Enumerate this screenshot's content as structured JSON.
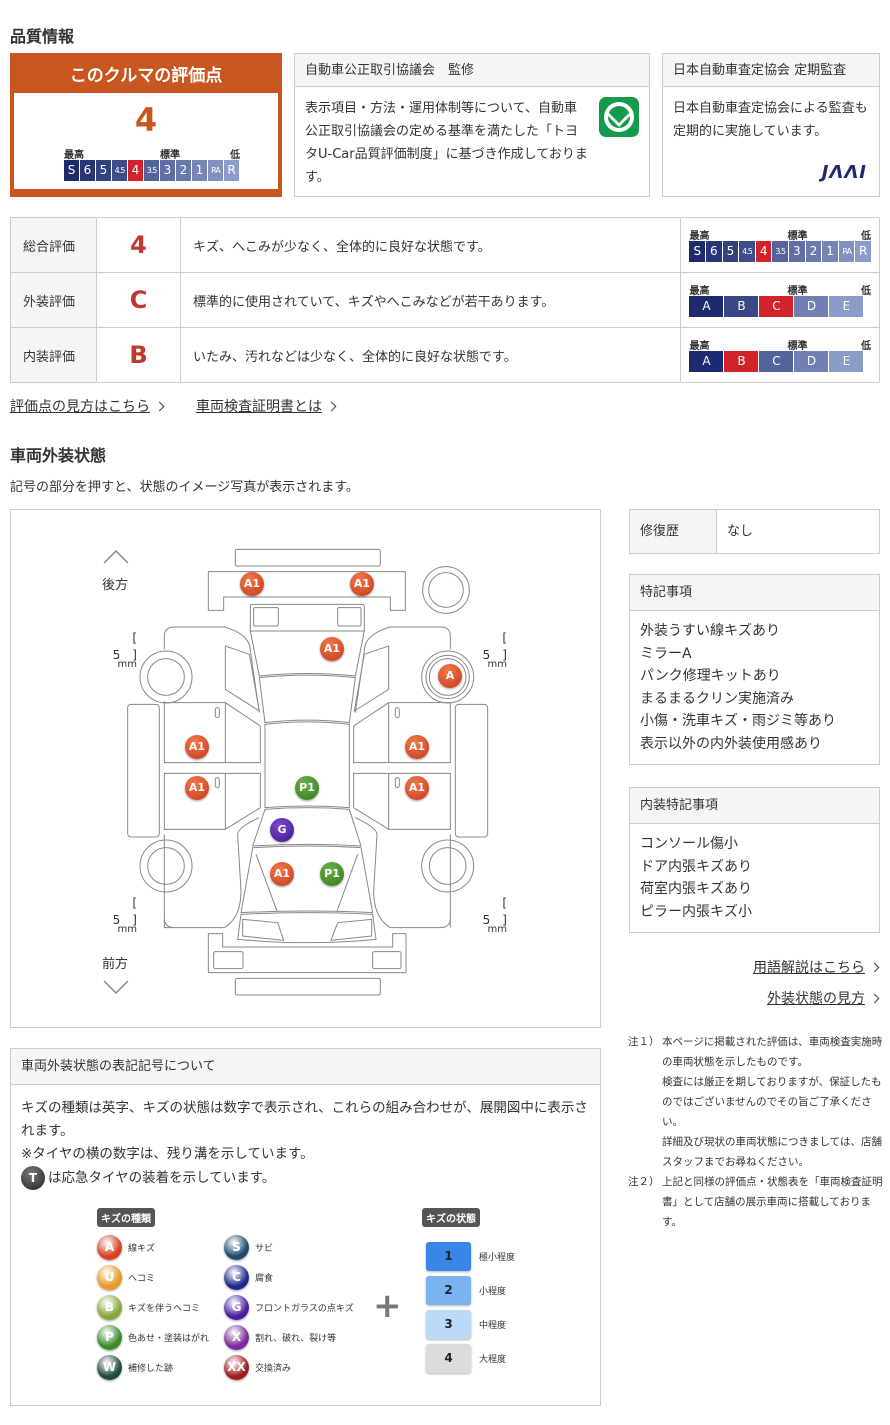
{
  "quality": {
    "title": "品質情報",
    "score_box": {
      "title": "このクルマの評価点",
      "score": "4",
      "labels": {
        "high": "最高",
        "std": "標準",
        "low": "低"
      },
      "scale": [
        "S",
        "6",
        "5",
        "4.5",
        "4",
        "3.5",
        "3",
        "2",
        "1",
        "RA",
        "R"
      ],
      "selected": "4"
    },
    "jaaa": {
      "title": "自動車公正取引協議会　監修",
      "body": "表示項目・方法・運用体制等について、自動車公正取引協議会の定める基準を満たした「トヨタU-Car品質評価制度」に基づき作成しております。"
    },
    "jaai": {
      "title": "日本自動車査定協会 定期監査",
      "body": "日本自動車査定協会による監査も定期的に実施しています。",
      "logo": "JAAI"
    }
  },
  "evaluation": {
    "rows": [
      {
        "label": "総合評価",
        "grade": "4",
        "desc": "キズ、へこみが少なく、全体的に良好な状態です。",
        "scale": [
          "S",
          "6",
          "5",
          "4.5",
          "4",
          "3.5",
          "3",
          "2",
          "1",
          "RA",
          "R"
        ],
        "selected": "4"
      },
      {
        "label": "外装評価",
        "grade": "C",
        "desc": "標準的に使用されていて、キズやへこみなどが若干あります。",
        "scale": [
          "A",
          "B",
          "C",
          "D",
          "E"
        ],
        "selected": "C"
      },
      {
        "label": "内装評価",
        "grade": "B",
        "desc": "いたみ、汚れなどは少なく、全体的に良好な状態です。",
        "scale": [
          "A",
          "B",
          "C",
          "D",
          "E"
        ],
        "selected": "B"
      }
    ],
    "labels": {
      "high": "最高",
      "std": "標準",
      "low": "低"
    },
    "links": [
      "評価点の見方はこちら",
      "車両検査証明書とは"
    ]
  },
  "exterior": {
    "title": "車両外装状態",
    "subtitle": "記号の部分を押すと、状態のイメージ写真が表示されます。",
    "rear": "後方",
    "front": "前方",
    "tires": [
      {
        "depth": "[　5　]",
        "unit": "mm"
      },
      {
        "depth": "[　5　]",
        "unit": "mm"
      },
      {
        "depth": "[　5　]",
        "unit": "mm"
      },
      {
        "depth": "[　5　]",
        "unit": "mm"
      }
    ],
    "markers": [
      "A1",
      "A1",
      "A1",
      "A",
      "A1",
      "A1",
      "A1",
      "A1",
      "P1",
      "G",
      "A1",
      "P1"
    ]
  },
  "side": {
    "repair": {
      "label": "修復歴",
      "value": "なし"
    },
    "notes": {
      "title": "特記事項",
      "items": [
        "外装うすい線キズあり",
        "ミラーA",
        "パンク修理キットあり",
        "まるまるクリン実施済み",
        "小傷・洗車キズ・雨ジミ等あり",
        "表示以外の内外装使用感あり"
      ]
    },
    "interior": {
      "title": "内装特記事項",
      "items": [
        "コンソール傷小",
        "ドア内張キズあり",
        "荷室内張キズあり",
        "ピラー内張キズ小"
      ]
    },
    "links": [
      "用語解説はこちら",
      "外装状態の見方"
    ]
  },
  "legend": {
    "title": "車両外装状態の表記記号について",
    "line1": "キズの種類は英字、キズの状態は数字で表示され、これらの組み合わせが、展開図中に表示されます。",
    "line2": "※タイヤの横の数字は、残り溝を示しています。",
    "line3_icon": "T",
    "line3": "は応急タイヤの装着を示しています。",
    "types_tag": "キズの種類",
    "levels_tag": "キズの状態",
    "types": [
      {
        "k": "A",
        "v": "線キズ",
        "c": "#d8401e"
      },
      {
        "k": "U",
        "v": "ヘコミ",
        "c": "#e89a24"
      },
      {
        "k": "B",
        "v": "キズを伴うヘコミ",
        "c": "#86a83a"
      },
      {
        "k": "P",
        "v": "色あせ・塗装はがれ",
        "c": "#3d8a2a"
      },
      {
        "k": "W",
        "v": "補修した跡",
        "c": "#1f4a3c"
      },
      {
        "k": "S",
        "v": "サビ",
        "c": "#1f4a6a"
      },
      {
        "k": "C",
        "v": "腐食",
        "c": "#1e2a8a"
      },
      {
        "k": "G",
        "v": "フロントガラスの点キズ",
        "c": "#4a1ea0"
      },
      {
        "k": "X",
        "v": "割れ、破れ、裂け等",
        "c": "#7a2a9a"
      },
      {
        "k": "XX",
        "v": "交換済み",
        "c": "#a01e1e"
      }
    ],
    "plus": "+",
    "levels": [
      {
        "k": "1",
        "v": "極小程度",
        "c": "#3a86e8"
      },
      {
        "k": "2",
        "v": "小程度",
        "c": "#7ab4f0"
      },
      {
        "k": "3",
        "v": "中程度",
        "c": "#bcdaf8"
      },
      {
        "k": "4",
        "v": "大程度",
        "c": "#dcdcdc"
      }
    ]
  },
  "footnotes": {
    "n1_prefix": "注１）",
    "n1a": "本ページに掲載された評価は、車両検査実施時の車両状態を示したものです。",
    "n1b": "検査には厳正を期しておりますが、保証したものではございませんのでその旨ご了承ください。",
    "n1c": "詳細及び現状の車両状態につきましては、店舗スタッフまでお尋ねください。",
    "n2_prefix": "注２）",
    "n2": "上記と同様の評価点・状態表を「車両検査証明書」として店舗の展示車両に搭載しております。"
  },
  "colors": {
    "accent": "#c8561e",
    "selected": "#d2232a",
    "grade": "#c0392b"
  }
}
